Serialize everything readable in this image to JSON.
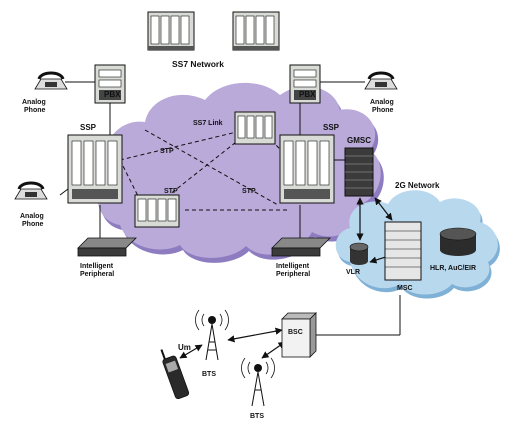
{
  "colors": {
    "ss7_cloud": "#b9aad9",
    "ss7_cloud_shadow": "#8e7cc0",
    "gsm_cloud": "#b8d8ee",
    "gsm_cloud_shadow": "#7fb0d6",
    "equipment": "#d9dcd6",
    "equipment_dark": "#3b3b3b",
    "line": "#111111"
  },
  "labels": {
    "ss7_network": "SS7 Network",
    "ss7_link": "SS7 Link",
    "pbx_left": "PBX",
    "pbx_right": "PBX",
    "ssp_left": "SSP",
    "ssp_right": "SSP",
    "stp_top_left": "STP",
    "stp_mid_left": "STP",
    "stp_mid_right": "STP",
    "analog_phone_tl_1": "Analog",
    "analog_phone_tl_2": "Phone",
    "analog_phone_ml_1": "Analog",
    "analog_phone_ml_2": "Phone",
    "analog_phone_tr_1": "Analog",
    "analog_phone_tr_2": "Phone",
    "ip_left_1": "Intelligent",
    "ip_left_2": "Peripheral",
    "ip_right_1": "Intelligent",
    "ip_right_2": "Peripheral",
    "gmsc": "GMSC",
    "network_2g": "2G Network",
    "vlr": "VLR",
    "msc": "MSC",
    "hlr": "HLR, AuC/EIR",
    "bsc": "BSC",
    "um": "Um",
    "bts_1": "BTS",
    "bts_2": "BTS"
  }
}
